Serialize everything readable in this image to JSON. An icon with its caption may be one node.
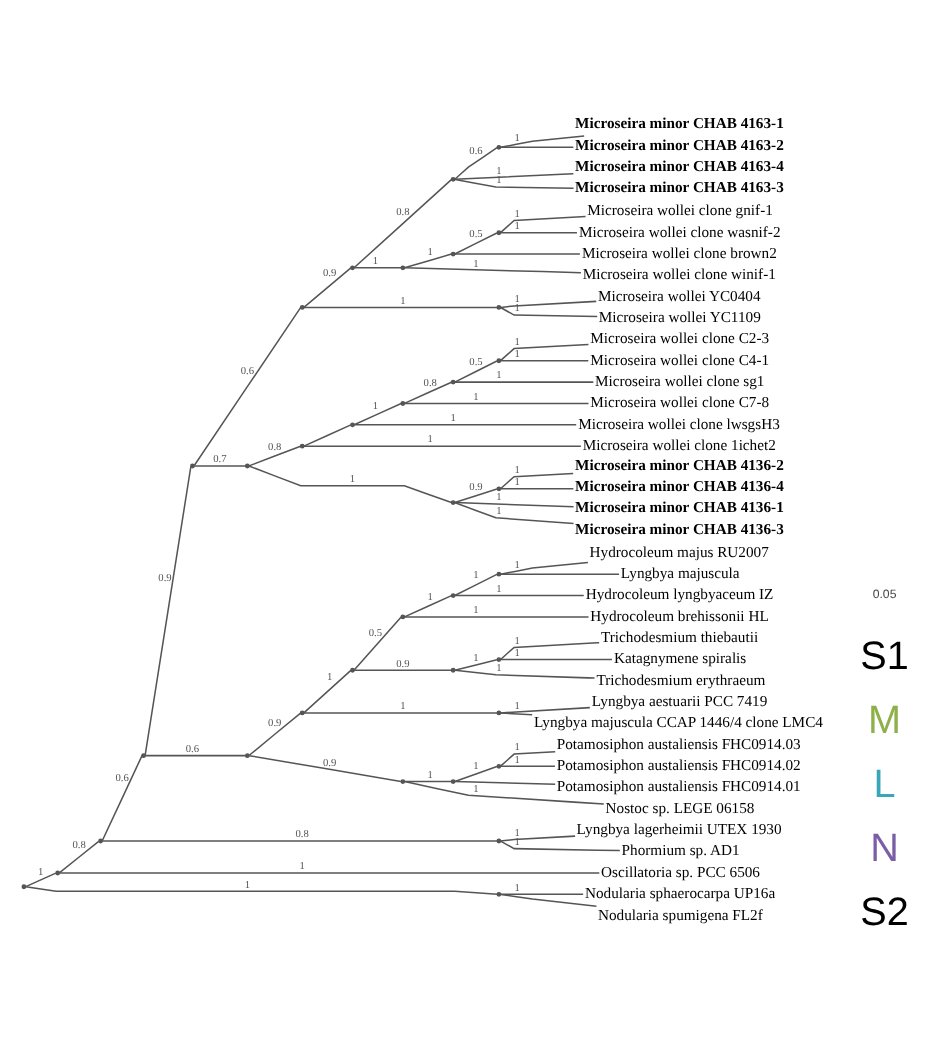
{
  "diagram": {
    "nodes": [
      {
        "text": [
          "Microseira minor CHAB 4163-1"
        ]
      },
      {
        "text": [
          "Microseira minor CHAB 4163-2"
        ]
      },
      {
        "text": [
          "Microseira minor CHAB 4163-4"
        ]
      },
      {
        "text": [
          "Microseira minor CHAB 4163-3"
        ]
      },
      {
        "text": [
          "Microseira wollei clone gnif-1"
        ]
      },
      {
        "text": [
          "Microseira wollei clone wasnif-2"
        ]
      },
      {
        "text": [
          "Microseira wollei clone brown2"
        ]
      },
      {
        "text": [
          "Microseira wollei clone winif-1"
        ]
      },
      {
        "text": [
          "Microseira wollei YC0404"
        ]
      },
      {
        "text": [
          "Microseira wollei YC1109"
        ]
      },
      {
        "text": [
          "Microseira wollei clone C2-3"
        ]
      },
      {
        "text": [
          "Microseira wollei clone C4-1"
        ]
      },
      {
        "text": [
          "Microseira wollei clone sg1"
        ]
      },
      {
        "text": [
          "Microseira wollei clone C7-8"
        ]
      },
      {
        "text": [
          "Microseira wollei clone lwsgsH3"
        ]
      },
      {
        "text": [
          "Microseira wollei clone 1ichet2"
        ]
      },
      {
        "text": [
          "Microseira minor CHAB 4136-2"
        ]
      },
      {
        "text": [
          "Microseira minor CHAB 4136-4"
        ]
      },
      {
        "text": [
          "Microseira minor CHAB 4136-1"
        ]
      },
      {
        "text": [
          "Microseira minor CHAB 4136-3"
        ]
      },
      {
        "text": [
          "Hydrocoleum majus RU2007"
        ]
      },
      {
        "text": [
          "Lyngbya majuscula"
        ]
      },
      {
        "text": [
          "Hydrocoleum lyngbyaceum IZ"
        ]
      },
      {
        "text": [
          "Hydrocoleum brehissonii HL"
        ]
      },
      {
        "text": [
          "Trichodesmium thiebautii"
        ]
      },
      {
        "text": [
          "Katagnymene spiralis"
        ]
      },
      {
        "text": [
          "Trichodesmium erythraeum"
        ]
      },
      {
        "text": [
          "Lyngbya aestuarii PCC 7419"
        ]
      },
      {
        "text": [
          "Lyngbya majuscula CCAP 1446/4 clone LMC4"
        ]
      },
      {
        "text": [
          "Potamosiphon austaliensis FHC0914.03"
        ]
      },
      {
        "text": [
          "Potamosiphon austaliensis FHC0914.02"
        ]
      },
      {
        "text": [
          "Potamosiphon austaliensis FHC0914.01"
        ]
      },
      {
        "text": [
          "Nostoc sp. LEGE 06158"
        ]
      },
      {
        "text": [
          "Lyngbya lagerheimii UTEX 1930"
        ]
      },
      {
        "text": [
          "Phormium sp. AD1"
        ]
      },
      {
        "text": [
          "Oscillatoria sp. PCC 6506"
        ]
      },
      {
        "text": [
          "Nodularia sphaerocarpa UP16a"
        ]
      },
      {
        "text": [
          "Nodularia spumigena FL2f"
        ]
      },
      {
        "text": [],
        "shape": "point"
      },
      {
        "text": [],
        "shape": "point"
      },
      {
        "text": [],
        "shape": "point"
      },
      {
        "text": [],
        "shape": "point"
      },
      {
        "text": [],
        "shape": "point"
      },
      {
        "text": [],
        "shape": "point"
      },
      {
        "text": [],
        "shape": "point"
      },
      {
        "text": [],
        "shape": "point"
      },
      {
        "text": [],
        "shape": "point"
      },
      {
        "text": [],
        "shape": "point"
      },
      {
        "text": [],
        "shape": "point"
      },
      {
        "text": [],
        "shape": "point"
      },
      {
        "text": [],
        "shape": "point"
      },
      {
        "text": [],
        "shape": "point"
      },
      {
        "text": [],
        "shape": "point"
      },
      {
        "text": [],
        "shape": "point"
      },
      {
        "text": [],
        "shape": "point"
      },
      {
        "text": [],
        "shape": "point"
      },
      {
        "text": [],
        "shape": "point"
      },
      {
        "text": [],
        "shape": "point"
      },
      {
        "text": [],
        "shape": "point"
      },
      {
        "text": [],
        "shape": "point"
      },
      {
        "text": [],
        "shape": "point"
      },
      {
        "text": [],
        "shape": "point"
      },
      {
        "text": [],
        "shape": "point"
      },
      {
        "text": [],
        "shape": "point"
      },
      {
        "text": [],
        "shape": "point"
      },
      {
        "text": [],
        "shape": "point"
      },
      {
        "text": [],
        "shape": "point"
      },
      {
        "text": [],
        "shape": "point"
      },
      {
        "text": [],
        "shape": "point"
      },
      {
        "text": [],
        "shape": "point"
      },
      {
        "text": [],
        "shape": "point"
      },
      {
        "text": [],
        "shape": "point"
      },
      {
        "text": [],
        "shape": "point"
      }
    ],
    "edges": [
      {
        "from": 38,
        "to": 39,
        "arrow": "none",
        "label": "1"
      },
      {
        "from": 39,
        "to": 41,
        "arrow": "none",
        "label": "0.8"
      },
      {
        "from": 41,
        "to": 43,
        "arrow": "none",
        "label": "0.6"
      },
      {
        "from": 43,
        "to": 44,
        "arrow": "none",
        "label": "0.9"
      },
      {
        "from": 44,
        "to": 57,
        "arrow": "none",
        "label": "0.6"
      },
      {
        "from": 57,
        "to": 58,
        "arrow": "none",
        "label": "0.9"
      },
      {
        "from": 58,
        "to": 59,
        "arrow": "none",
        "label": "0.8"
      },
      {
        "from": 59,
        "to": 60,
        "arrow": "none",
        "label": "0.6"
      },
      {
        "from": 60,
        "to": 0,
        "arrow": "none",
        "label": "1"
      },
      {
        "from": 60,
        "to": 1,
        "arrow": "none"
      },
      {
        "from": 59,
        "to": 2,
        "arrow": "none",
        "label": "1"
      },
      {
        "from": 59,
        "to": 3,
        "arrow": "none",
        "label": "1"
      },
      {
        "from": 58,
        "to": 61,
        "arrow": "none",
        "label": "1"
      },
      {
        "from": 61,
        "to": 62,
        "arrow": "none",
        "label": "1"
      },
      {
        "from": 62,
        "to": 63,
        "arrow": "none",
        "label": "0.5"
      },
      {
        "from": 63,
        "to": 4,
        "arrow": "none",
        "label": "1"
      },
      {
        "from": 63,
        "to": 5,
        "arrow": "none",
        "label": "1"
      },
      {
        "from": 62,
        "to": 6,
        "arrow": "none"
      },
      {
        "from": 61,
        "to": 7,
        "arrow": "none",
        "label": "1"
      },
      {
        "from": 57,
        "to": 64,
        "arrow": "none",
        "label": "1"
      },
      {
        "from": 64,
        "to": 8,
        "arrow": "none",
        "label": "1"
      },
      {
        "from": 64,
        "to": 9,
        "arrow": "none",
        "label": "1"
      },
      {
        "from": 44,
        "to": 65,
        "arrow": "none",
        "label": "0.7"
      },
      {
        "from": 65,
        "to": 66,
        "arrow": "none",
        "label": "0.8"
      },
      {
        "from": 66,
        "to": 67,
        "arrow": "none"
      },
      {
        "from": 67,
        "to": 68,
        "arrow": "none",
        "label": "1"
      },
      {
        "from": 68,
        "to": 69,
        "arrow": "none",
        "label": "0.8"
      },
      {
        "from": 69,
        "to": 70,
        "arrow": "none",
        "label": "0.5"
      },
      {
        "from": 70,
        "to": 10,
        "arrow": "none",
        "label": "1"
      },
      {
        "from": 70,
        "to": 11,
        "arrow": "none",
        "label": "1"
      },
      {
        "from": 69,
        "to": 12,
        "arrow": "none",
        "label": "1"
      },
      {
        "from": 68,
        "to": 13,
        "arrow": "none",
        "label": "1"
      },
      {
        "from": 67,
        "to": 14,
        "arrow": "none",
        "label": "1"
      },
      {
        "from": 66,
        "to": 15,
        "arrow": "none",
        "label": "1"
      },
      {
        "from": 65,
        "to": 71,
        "arrow": "none",
        "label": "1"
      },
      {
        "from": 71,
        "to": 72,
        "arrow": "none",
        "label": "0.9"
      },
      {
        "from": 72,
        "to": 16,
        "arrow": "none",
        "label": "1"
      },
      {
        "from": 72,
        "to": 17,
        "arrow": "none",
        "label": "1"
      },
      {
        "from": 71,
        "to": 18,
        "arrow": "none",
        "label": "1"
      },
      {
        "from": 71,
        "to": 19,
        "arrow": "none",
        "label": "1"
      },
      {
        "from": 43,
        "to": 45,
        "arrow": "none",
        "label": "0.6"
      },
      {
        "from": 45,
        "to": 46,
        "arrow": "none",
        "label": "0.9"
      },
      {
        "from": 46,
        "to": 47,
        "arrow": "none",
        "label": "1"
      },
      {
        "from": 47,
        "to": 48,
        "arrow": "none",
        "label": "0.5"
      },
      {
        "from": 48,
        "to": 49,
        "arrow": "none",
        "label": "1"
      },
      {
        "from": 49,
        "to": 50,
        "arrow": "none",
        "label": "1"
      },
      {
        "from": 50,
        "to": 20,
        "arrow": "none",
        "label": "1"
      },
      {
        "from": 50,
        "to": 21,
        "arrow": "none"
      },
      {
        "from": 49,
        "to": 22,
        "arrow": "none",
        "label": "1"
      },
      {
        "from": 48,
        "to": 23,
        "arrow": "none",
        "label": "1"
      },
      {
        "from": 47,
        "to": 51,
        "arrow": "none",
        "label": "0.9"
      },
      {
        "from": 51,
        "to": 52,
        "arrow": "none",
        "label": "1"
      },
      {
        "from": 52,
        "to": 24,
        "arrow": "none",
        "label": "1"
      },
      {
        "from": 52,
        "to": 25,
        "arrow": "none",
        "label": "1"
      },
      {
        "from": 51,
        "to": 26,
        "arrow": "none",
        "label": "1"
      },
      {
        "from": 46,
        "to": 53,
        "arrow": "none",
        "label": "1"
      },
      {
        "from": 53,
        "to": 27,
        "arrow": "none",
        "label": "1"
      },
      {
        "from": 53,
        "to": 28,
        "arrow": "none"
      },
      {
        "from": 45,
        "to": 54,
        "arrow": "none",
        "label": "0.9"
      },
      {
        "from": 54,
        "to": 55,
        "arrow": "none",
        "label": "1"
      },
      {
        "from": 55,
        "to": 56,
        "arrow": "none",
        "label": "1"
      },
      {
        "from": 56,
        "to": 29,
        "arrow": "none",
        "label": "1"
      },
      {
        "from": 56,
        "to": 30,
        "arrow": "none",
        "label": "1"
      },
      {
        "from": 55,
        "to": 31,
        "arrow": "none"
      },
      {
        "from": 54,
        "to": 32,
        "arrow": "none",
        "label": "1"
      },
      {
        "from": 41,
        "to": 42,
        "arrow": "none",
        "label": "0.8"
      },
      {
        "from": 42,
        "to": 33,
        "arrow": "none",
        "label": "1"
      },
      {
        "from": 42,
        "to": 34,
        "arrow": "none",
        "label": "1"
      },
      {
        "from": 39,
        "to": 35,
        "arrow": "none",
        "label": "1"
      },
      {
        "from": 38,
        "to": 40,
        "arrow": "none",
        "label": "1"
      },
      {
        "from": 40,
        "to": 36,
        "arrow": "none",
        "label": "1"
      },
      {
        "from": 40,
        "to": 37,
        "arrow": "none"
      }
    ],
    "labels": [
      "S2",
      "N",
      "L",
      "M",
      "S1",
      "0.05"
    ]
  }
}
